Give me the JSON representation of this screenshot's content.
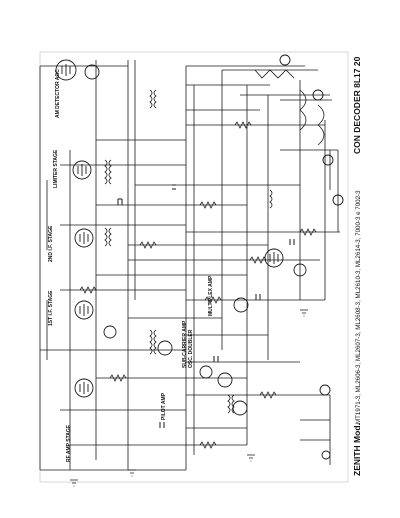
{
  "document": {
    "type": "schematic",
    "title_prefix": "ZENITH Mod.",
    "models": "MT1971-3, ML2606-3, ML2607-3, ML2608-3, ML2610-3, ML2614-3, 7000-3 e 7002-3",
    "title_suffix": "CON DECODER 8L17 20"
  },
  "stage_labels": [
    {
      "id": "am-detector-agc",
      "text": "AM DETECTOR AGC"
    },
    {
      "id": "limiter-stage",
      "text": "LIMITER STAGE"
    },
    {
      "id": "2nd-if-stage",
      "text": "2ND I.F. STAGE"
    },
    {
      "id": "1st-if-stage",
      "text": "1ST I.F. STAGE"
    },
    {
      "id": "multiplex-amp",
      "text": "MULTIPLEX AMP"
    },
    {
      "id": "sub-carrier-amp",
      "text": "SUB-CARRIER AMP"
    },
    {
      "id": "osc-doubler",
      "text": "OSC. DOUBLER"
    },
    {
      "id": "pilot-amp",
      "text": "PILOT AMP"
    },
    {
      "id": "rf-amp-stage",
      "text": "RF AMP STAGE"
    }
  ],
  "colors": {
    "ink": "#1a1a1a",
    "paper": "#ffffff"
  }
}
